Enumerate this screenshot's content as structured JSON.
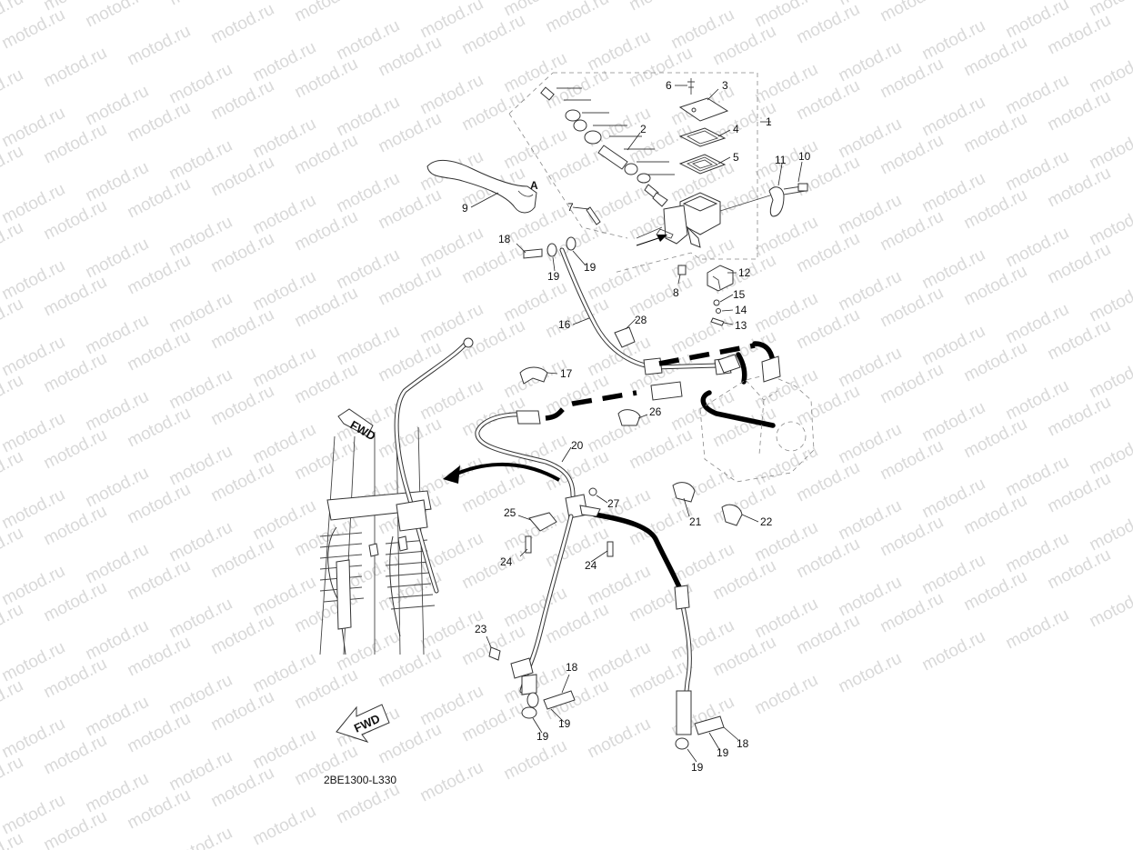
{
  "watermark": "motod.ru",
  "diagram_code": "2BE1300-L330",
  "fwd_label": "FWD",
  "view_marker": "A",
  "callouts": [
    {
      "id": "c1",
      "text": "1"
    },
    {
      "id": "c2",
      "text": "2"
    },
    {
      "id": "c3",
      "text": "3"
    },
    {
      "id": "c4",
      "text": "4"
    },
    {
      "id": "c5",
      "text": "5"
    },
    {
      "id": "c6",
      "text": "6"
    },
    {
      "id": "c7",
      "text": "7"
    },
    {
      "id": "c8",
      "text": "8"
    },
    {
      "id": "c9",
      "text": "9"
    },
    {
      "id": "c10",
      "text": "10"
    },
    {
      "id": "c11",
      "text": "11"
    },
    {
      "id": "c12",
      "text": "12"
    },
    {
      "id": "c13",
      "text": "13"
    },
    {
      "id": "c14",
      "text": "14"
    },
    {
      "id": "c15",
      "text": "15"
    },
    {
      "id": "c16",
      "text": "16"
    },
    {
      "id": "c17",
      "text": "17"
    },
    {
      "id": "c18a",
      "text": "18"
    },
    {
      "id": "c18b",
      "text": "18"
    },
    {
      "id": "c18c",
      "text": "18"
    },
    {
      "id": "c19a",
      "text": "19"
    },
    {
      "id": "c19b",
      "text": "19"
    },
    {
      "id": "c19c",
      "text": "19"
    },
    {
      "id": "c19d",
      "text": "19"
    },
    {
      "id": "c19e",
      "text": "19"
    },
    {
      "id": "c19f",
      "text": "19"
    },
    {
      "id": "c20",
      "text": "20"
    },
    {
      "id": "c21",
      "text": "21"
    },
    {
      "id": "c22",
      "text": "22"
    },
    {
      "id": "c23",
      "text": "23"
    },
    {
      "id": "c24a",
      "text": "24"
    },
    {
      "id": "c24b",
      "text": "24"
    },
    {
      "id": "c25",
      "text": "25"
    },
    {
      "id": "c26",
      "text": "26"
    },
    {
      "id": "c27",
      "text": "27"
    },
    {
      "id": "c28",
      "text": "28"
    }
  ]
}
